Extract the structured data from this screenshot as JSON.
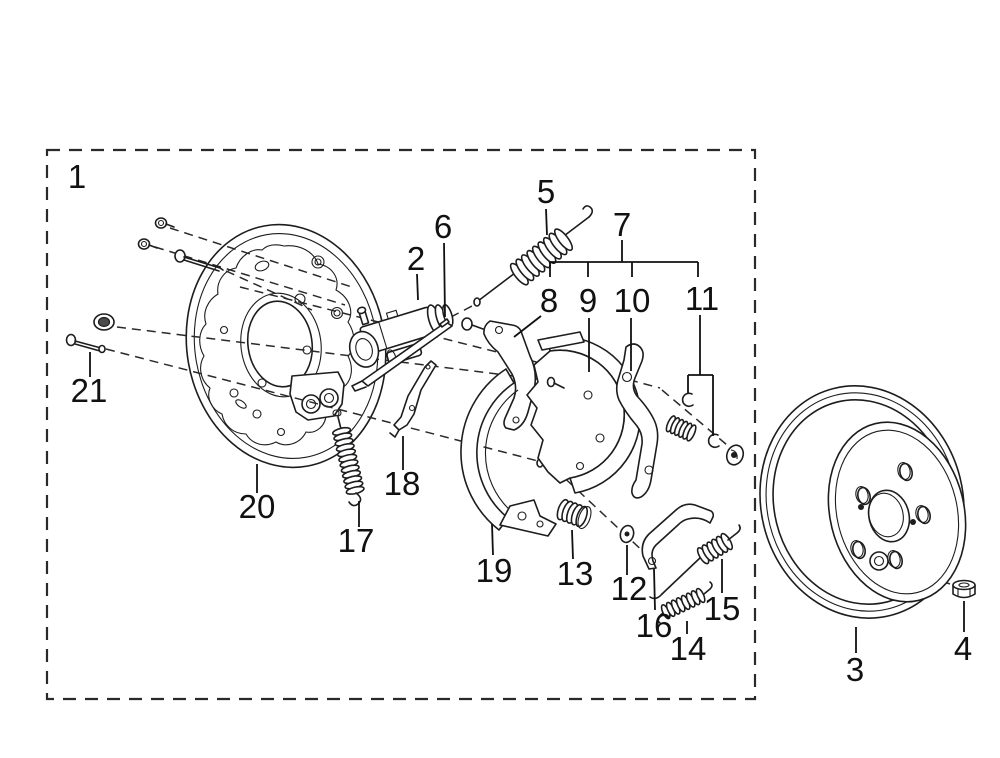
{
  "diagram": {
    "subject": "rear drum brake exploded parts view",
    "colors": {
      "line": "#1d1d1f",
      "background": "#ffffff"
    },
    "labels": {
      "p1": "1",
      "p2": "2",
      "p3": "3",
      "p4": "4",
      "p5": "5",
      "p6": "6",
      "p7": "7",
      "p8": "8",
      "p9": "9",
      "p10": "10",
      "p11": "11",
      "p12": "12",
      "p13": "13",
      "p14": "14",
      "p15": "15",
      "p16": "16",
      "p17": "17",
      "p18": "18",
      "p19": "19",
      "p20": "20",
      "p21": "21"
    }
  }
}
